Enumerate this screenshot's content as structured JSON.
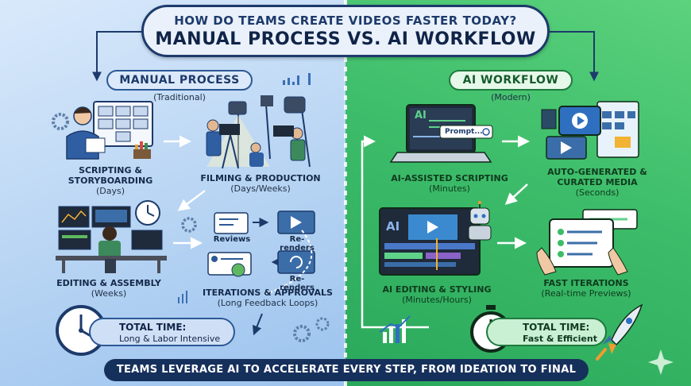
{
  "header": {
    "question": "HOW DO TEAMS CREATE VIDEOS FASTER TODAY?",
    "title": "MANUAL PROCESS VS. AI WORKFLOW"
  },
  "manual": {
    "title": "MANUAL PROCESS",
    "subtitle": "(Traditional)",
    "steps": [
      {
        "title_line1": "SCRIPTING &",
        "title_line2": "STORYBOARDING",
        "duration": "(Days)"
      },
      {
        "title_line1": "FILMING & PRODUCTION",
        "duration": "(Days/Weeks)"
      },
      {
        "title_line1": "EDITING & ASSEMBLY",
        "duration": "(Weeks)"
      },
      {
        "title_line1": "ITERATIONS & APPROVALS",
        "duration": "(Long Feedback Loops)"
      }
    ],
    "loop": {
      "reviews": "Reviews",
      "rerenders_1": "Re-renders",
      "rerenders_2": "Re-renders"
    },
    "total": {
      "label": "TOTAL TIME:",
      "value": "Long & Labor Intensive"
    }
  },
  "ai": {
    "title": "AI WORKFLOW",
    "subtitle": "(Modern)",
    "steps": [
      {
        "title_line1": "AI-ASSISTED SCRIPTING",
        "duration": "(Minutes)"
      },
      {
        "title_line1": "AUTO-GENERATED &",
        "title_line2": "CURATED MEDIA",
        "duration": "(Seconds)"
      },
      {
        "title_line1": "AI EDITING & STYLING",
        "duration": "(Minutes/Hours)"
      },
      {
        "title_line1": "FAST ITERATIONS",
        "duration": "(Real-time Previews)"
      }
    ],
    "laptop": {
      "screen_text": "AI",
      "prompt": "Prompt..."
    },
    "editor_text": "AI",
    "total": {
      "label": "TOTAL TIME:",
      "value": "Fast & Efficient"
    }
  },
  "footer": "TEAMS LEVERAGE AI TO ACCELERATE EVERY STEP, FROM IDEATION TO FINAL CUT.",
  "colors": {
    "manual_bg": "#b7d4f3",
    "ai_bg": "#3dbd6a",
    "navy": "#16305c",
    "accent_orange": "#f29a2e"
  }
}
